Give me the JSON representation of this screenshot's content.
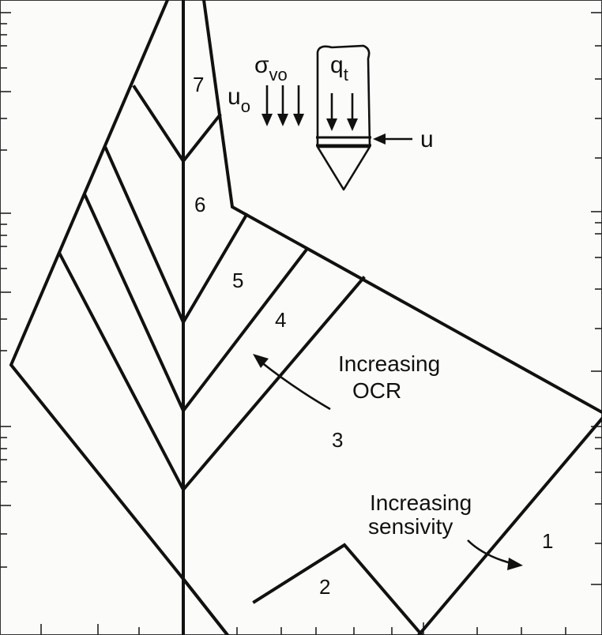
{
  "zones": [
    {
      "id": "zone-1",
      "label": "1"
    },
    {
      "id": "zone-2",
      "label": "2"
    },
    {
      "id": "zone-3",
      "label": "3"
    },
    {
      "id": "zone-4",
      "label": "4"
    },
    {
      "id": "zone-5",
      "label": "5"
    },
    {
      "id": "zone-6",
      "label": "6"
    },
    {
      "id": "zone-7",
      "label": "7"
    }
  ],
  "annotations": {
    "ocr_line1": "Increasing",
    "ocr_line2": "OCR",
    "sens_line1": "Increasing",
    "sens_line2": "sensivity"
  },
  "probe_symbols": {
    "u_main": "u",
    "u_sub": "o",
    "sigma_main": "σ",
    "sigma_sub": "vo",
    "q_main": "q",
    "q_sub": "t",
    "u_right": "u"
  }
}
